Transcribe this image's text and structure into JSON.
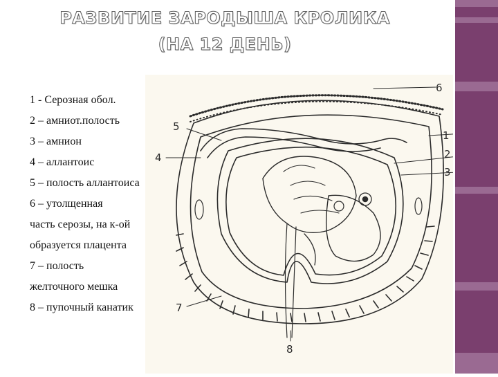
{
  "title": {
    "line1": "РАЗВИТИЕ ЗАРОДЫША КРОЛИКА",
    "line2": "(НА 12 ДЕНЬ)"
  },
  "legend": [
    "1 - Серозная обол.",
    "2 – амниот.полость",
    "3 – амнион",
    "4 – аллантоис",
    "5 – полость аллантоиса",
    "6 – утолщенная",
    "часть серозы, на к-ой",
    "образуется плацента",
    "7 – полость",
    "желточного мешка",
    "8 – пупочный канатик"
  ],
  "figure": {
    "labels": {
      "n1": "1",
      "n2": "2",
      "n3": "3",
      "n4": "4",
      "n5": "5",
      "n6": "6",
      "n7": "7",
      "n8": "8"
    }
  },
  "colors": {
    "deco_dark": "#7a3f6e",
    "deco_light": "#9a6a92",
    "figure_bg": "#fbf8ef",
    "ink": "#2b2b2b"
  }
}
